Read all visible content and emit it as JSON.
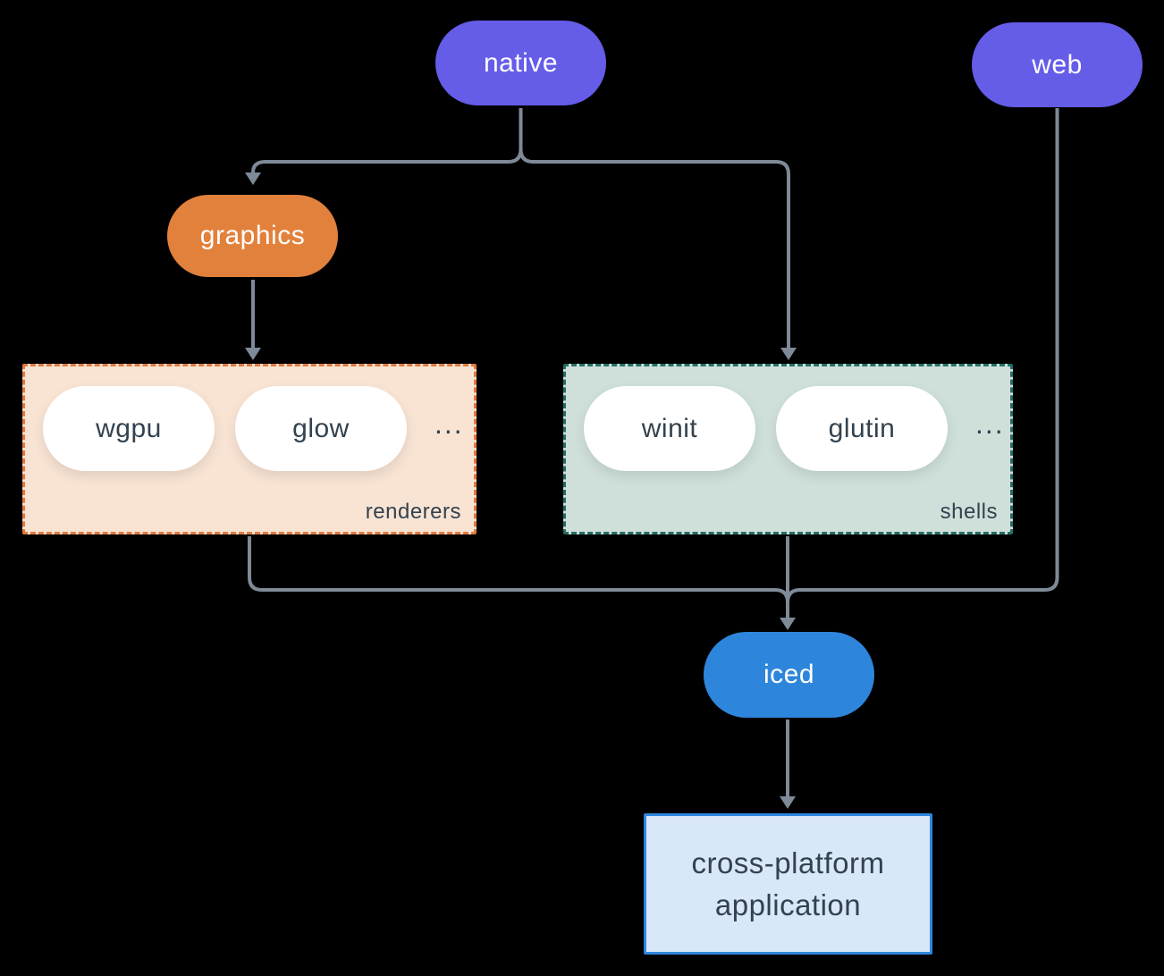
{
  "diagram": {
    "nodes": {
      "native": "native",
      "web": "web",
      "graphics": "graphics",
      "iced": "iced",
      "app_line1": "cross-platform",
      "app_line2": "application"
    },
    "groups": {
      "renderers": {
        "label": "renderers",
        "pills": [
          "wgpu",
          "glow"
        ],
        "more": "..."
      },
      "shells": {
        "label": "shells",
        "pills": [
          "winit",
          "glutin"
        ],
        "more": "..."
      }
    },
    "colors": {
      "background": "#000000",
      "purple": "#655CE8",
      "orange": "#E2813C",
      "blue": "#2E86DC",
      "arrow": "#7E8A97",
      "renderers-fill": "#F9E4D4",
      "renderers-border": "#E2793C",
      "shells-fill": "#CFE0DA",
      "shells-border": "#246E64",
      "app-fill": "#D9E8F8",
      "app-border": "#2E86DE",
      "pill-fill": "#FFFFFF",
      "text-dark": "#33424F",
      "text-light": "#FFFFFF"
    }
  }
}
